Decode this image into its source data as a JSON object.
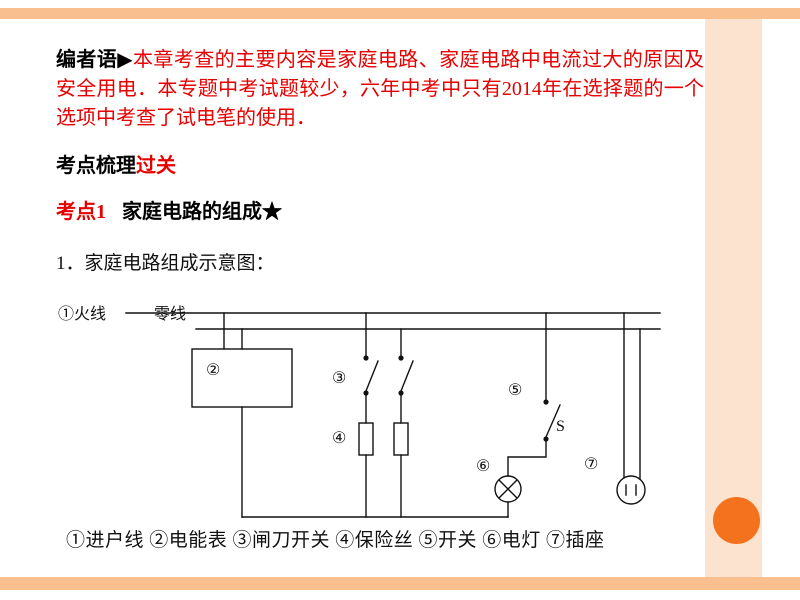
{
  "theme": {
    "bar_color": "#f9bf8f",
    "stripe_color": "#fce3cf",
    "circle_color": "#f4711d",
    "red_text_color": "#e60000",
    "body_text_color": "#111111"
  },
  "editor_note": {
    "label": "编者语▶",
    "body": "本章考查的主要内容是家庭电路、家庭电路中电流过大的原因及安全用电．本专题中考试题较少，六年中考中只有2014年在选择题的一个选项中考查了试电笔的使用．"
  },
  "outline_heading": {
    "black": "考点梳理",
    "red": "过关"
  },
  "kaodian": {
    "label": "考点1",
    "title": "家庭电路的组成★"
  },
  "item": {
    "text": "1．家庭电路组成示意图："
  },
  "diagram": {
    "live_label": "①火线",
    "neutral_label": "零线",
    "meter_num": "②",
    "knife_switch_num": "③",
    "fuse_num": "④",
    "switch_num": "⑤",
    "switch_letter": "S",
    "lamp_num": "⑥",
    "socket_num": "⑦",
    "caption": "①进户线 ②电能表 ③闸刀开关 ④保险丝 ⑤开关 ⑥电灯 ⑦插座"
  }
}
